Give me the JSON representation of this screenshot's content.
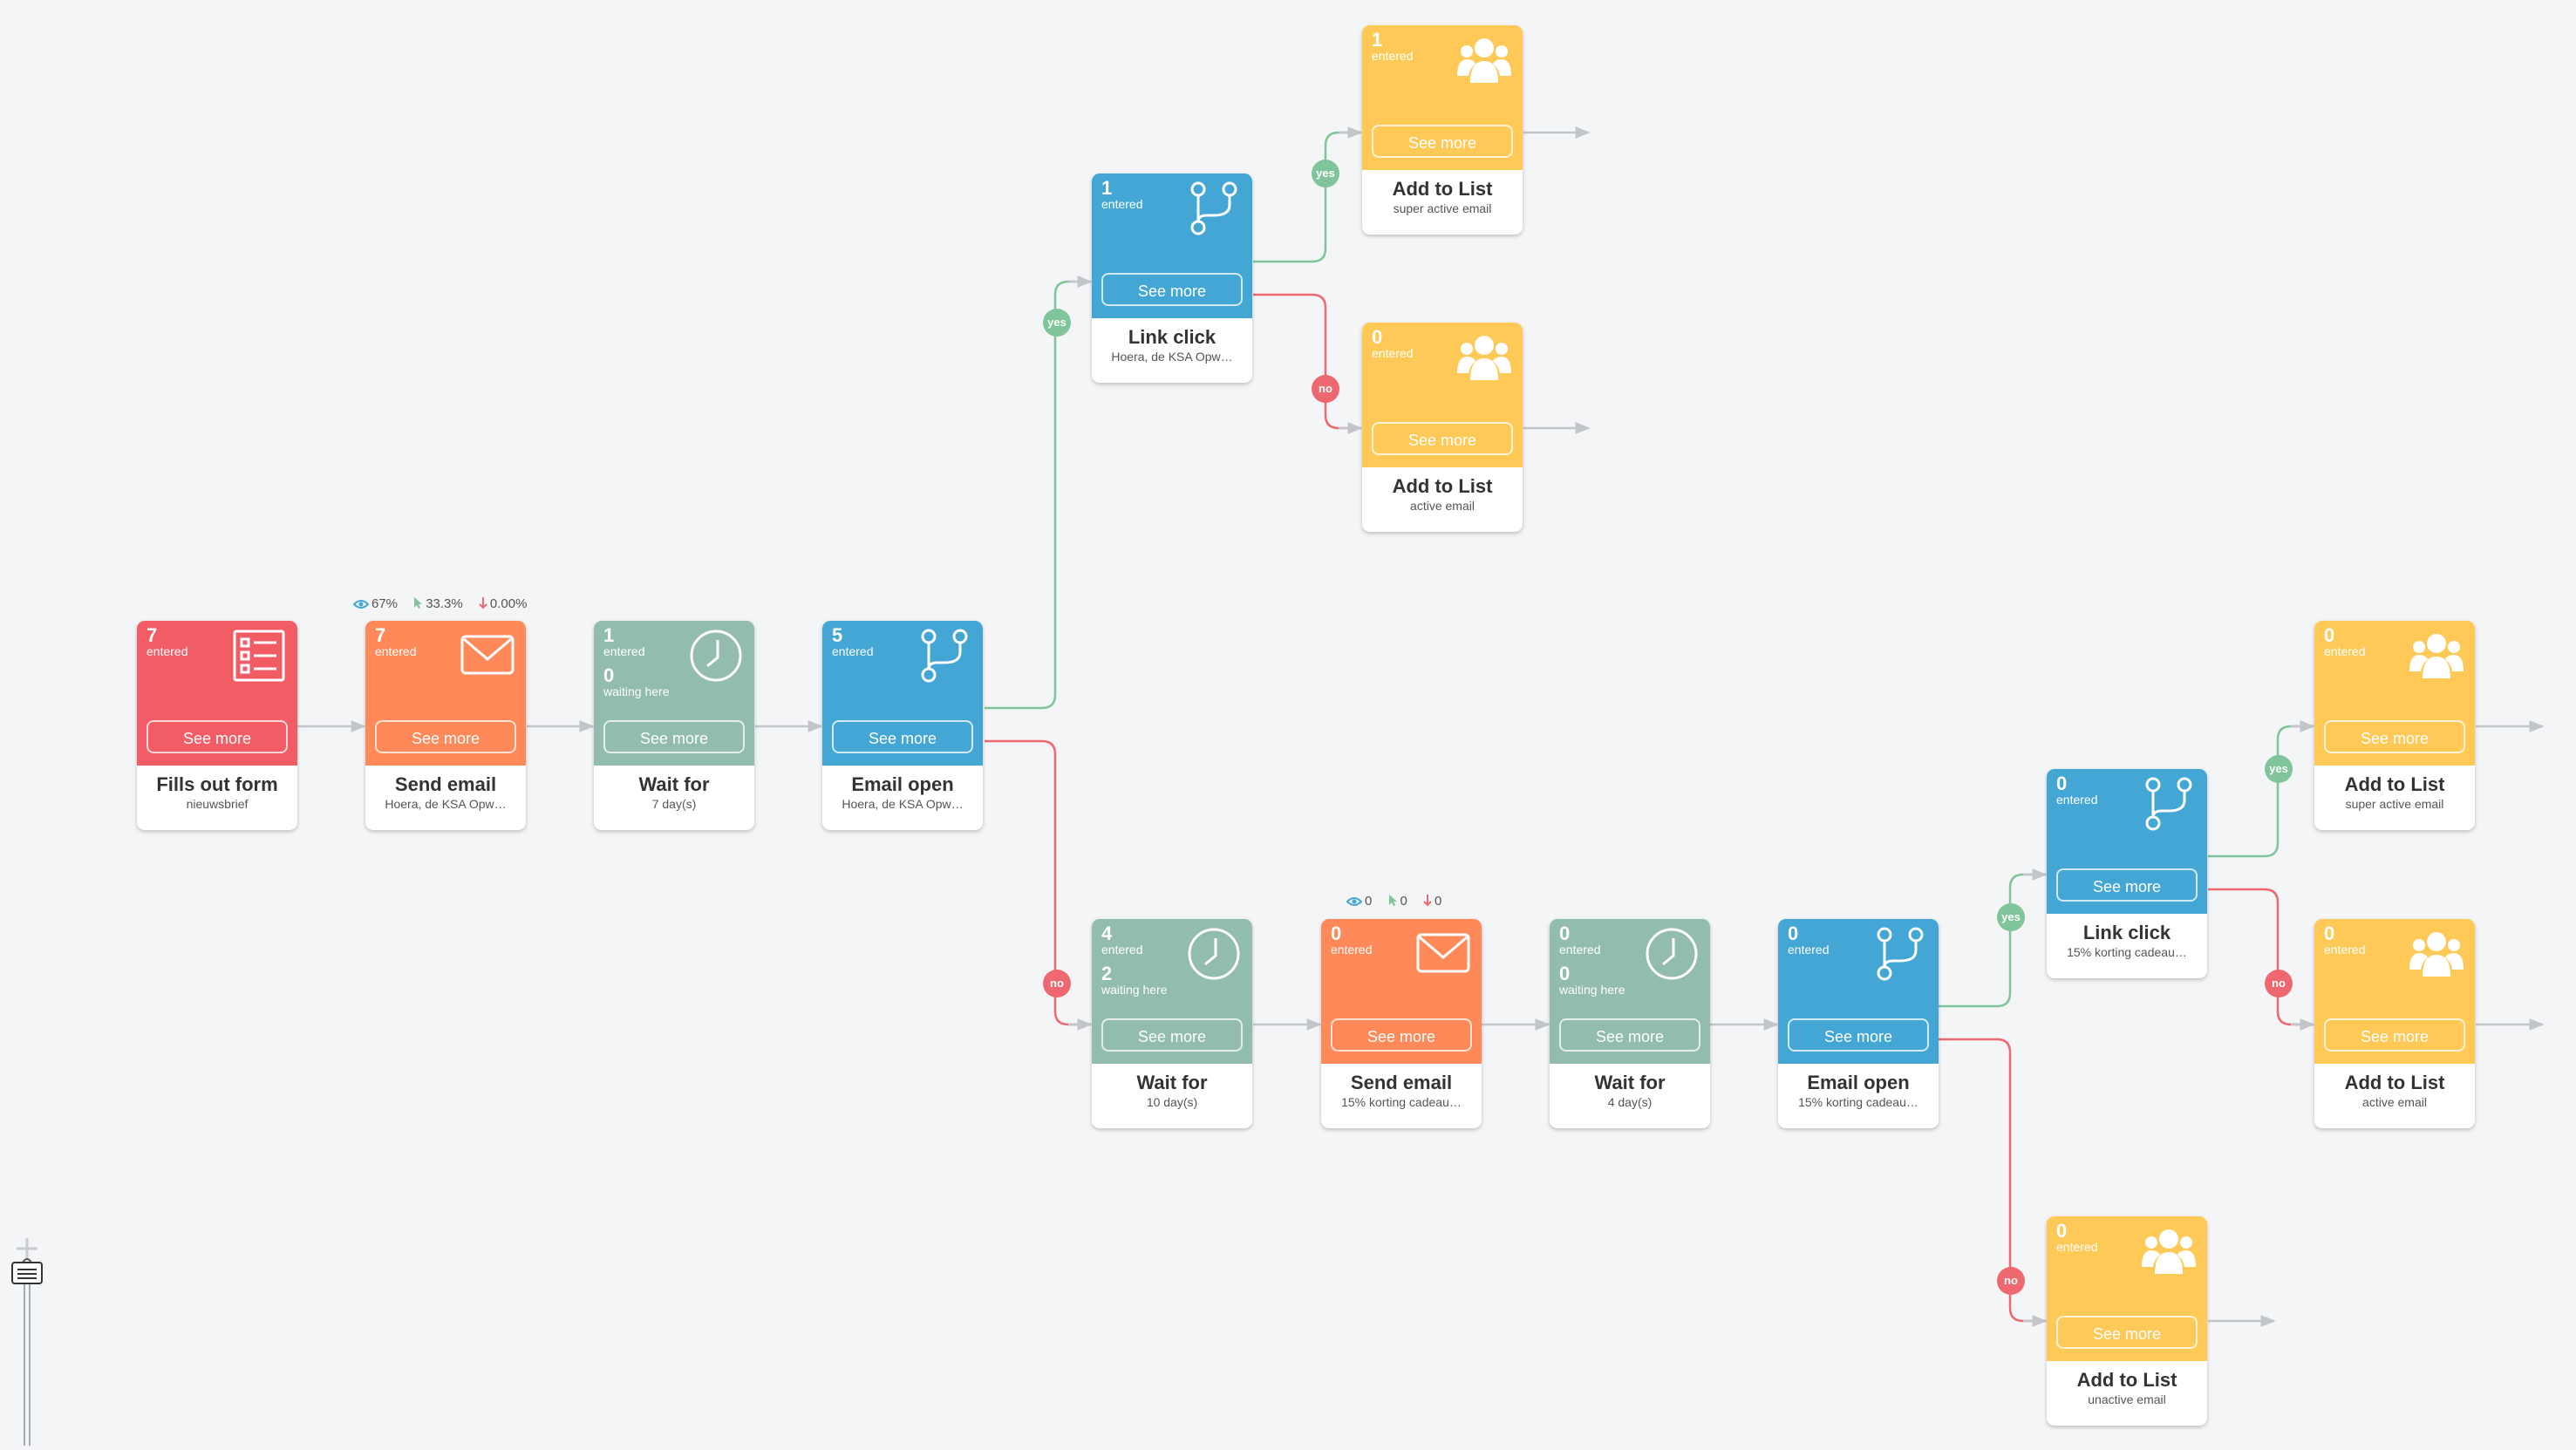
{
  "labels": {
    "see_more": "See more",
    "entered": "entered",
    "waiting": "waiting here",
    "yes": "yes",
    "no": "no"
  },
  "colors": {
    "red": "#f25c64",
    "orange": "#ff8958",
    "teal": "#91bcae",
    "blue": "#43a6d4",
    "yellow": "#ffc957",
    "yes_line": "#7fc49a",
    "no_line": "#f0686f"
  },
  "nodes": {
    "form": {
      "type": "form",
      "count": "7",
      "title": "Fills out form",
      "subtitle": "nieuwsbrief",
      "icon": "form-checklist-icon"
    },
    "email1": {
      "type": "send-email",
      "count": "7",
      "title": "Send email",
      "subtitle": "Hoera, de KSA Opw…",
      "icon": "envelope-icon",
      "stats": {
        "opened": "67%",
        "clicked": "33.3%",
        "bounced": "0.00%"
      }
    },
    "wait1": {
      "type": "wait",
      "count": "1",
      "waiting": "0",
      "title": "Wait for",
      "subtitle": "7 day(s)",
      "icon": "clock-icon"
    },
    "open1": {
      "type": "condition",
      "count": "5",
      "title": "Email open",
      "subtitle": "Hoera, de KSA Opw…",
      "icon": "branch-icon"
    },
    "click1": {
      "type": "condition",
      "count": "1",
      "title": "Link click",
      "subtitle": "Hoera, de KSA Opw…",
      "icon": "branch-icon"
    },
    "list1": {
      "type": "add-to-list",
      "count": "1",
      "title": "Add to List",
      "subtitle": "super active email",
      "icon": "users-icon"
    },
    "list2": {
      "type": "add-to-list",
      "count": "0",
      "title": "Add to List",
      "subtitle": "active email",
      "icon": "users-icon"
    },
    "wait2": {
      "type": "wait",
      "count": "4",
      "waiting": "2",
      "title": "Wait for",
      "subtitle": "10 day(s)",
      "icon": "clock-icon"
    },
    "email2": {
      "type": "send-email",
      "count": "0",
      "title": "Send email",
      "subtitle": "15% korting cadeau…",
      "icon": "envelope-icon",
      "stats": {
        "opened": "0",
        "clicked": "0",
        "bounced": "0"
      }
    },
    "wait3": {
      "type": "wait",
      "count": "0",
      "waiting": "0",
      "title": "Wait for",
      "subtitle": "4 day(s)",
      "icon": "clock-icon"
    },
    "open2": {
      "type": "condition",
      "count": "0",
      "title": "Email open",
      "subtitle": "15% korting cadeau…",
      "icon": "branch-icon"
    },
    "click2": {
      "type": "condition",
      "count": "0",
      "title": "Link click",
      "subtitle": "15% korting cadeau…",
      "icon": "branch-icon"
    },
    "list3": {
      "type": "add-to-list",
      "count": "0",
      "title": "Add to List",
      "subtitle": "super active email",
      "icon": "users-icon"
    },
    "list4": {
      "type": "add-to-list",
      "count": "0",
      "title": "Add to List",
      "subtitle": "active email",
      "icon": "users-icon"
    },
    "list5": {
      "type": "add-to-list",
      "count": "0",
      "title": "Add to List",
      "subtitle": "unactive email",
      "icon": "users-icon"
    }
  }
}
